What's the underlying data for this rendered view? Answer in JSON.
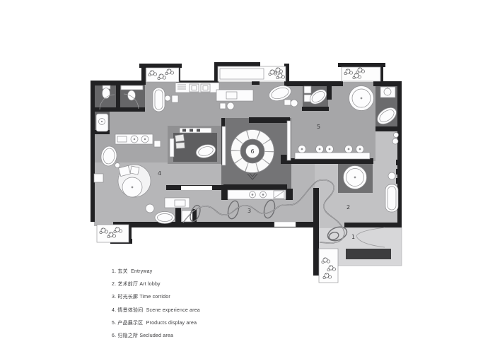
{
  "plan": {
    "rooms": [
      {
        "marker": "1",
        "legend": "1. 玄关  Entryway"
      },
      {
        "marker": "2",
        "legend": "2. 艺术前厅 Art lobby"
      },
      {
        "marker": "3",
        "legend": "3. 时光长廊 Time corridor"
      },
      {
        "marker": "4",
        "legend": "4. 情景体验间  Scene experience area"
      },
      {
        "marker": "5",
        "legend": "5. 产品展示区  Products display area"
      },
      {
        "marker": "6",
        "legend": "6. 归隐之所 Secluded area"
      }
    ],
    "colors": {
      "wall": "#212123",
      "pod_dark": "#666668",
      "floor_mid": "#a6a6a8",
      "floor_light": "#b6b6b8",
      "floor_area2": "#c2c2c4",
      "floor_entry": "#d7d7d9",
      "fixture": "#fcfcfd",
      "ribbon": "#6f6f72"
    }
  }
}
